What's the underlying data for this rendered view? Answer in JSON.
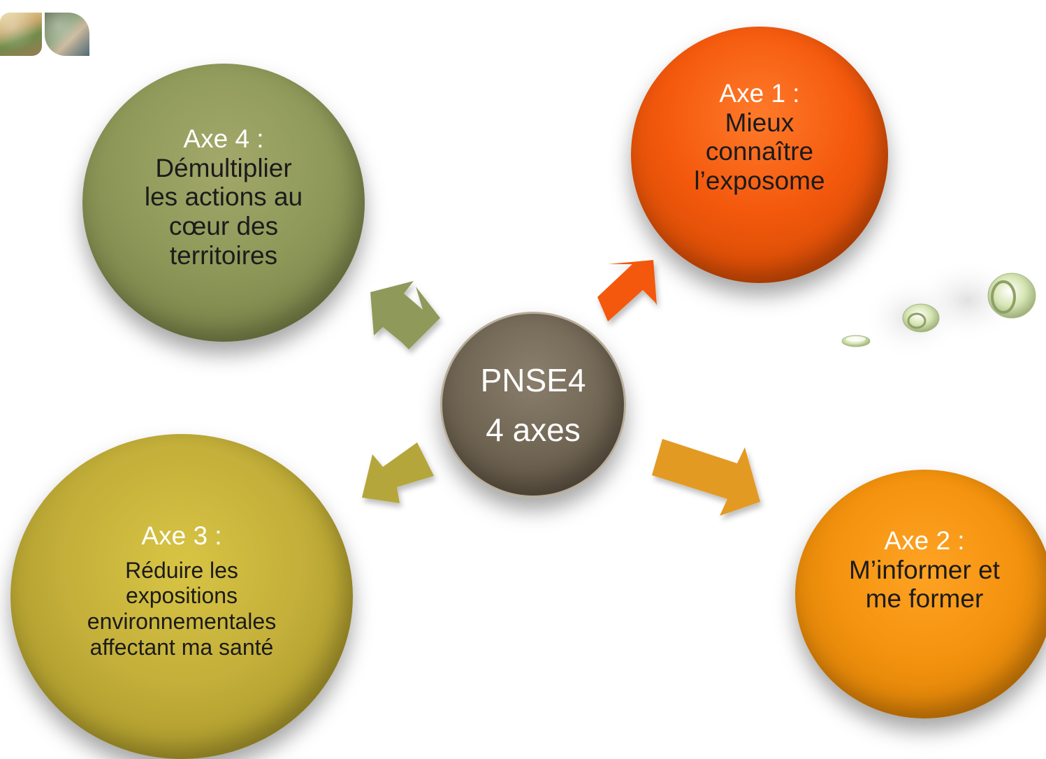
{
  "center": {
    "line1": "PNSE4",
    "line2": "4 axes"
  },
  "axes": [
    {
      "id": "axe1",
      "label": "Axe 1",
      "colon": " :",
      "text": "Mieux\nconnaître\nl’exposome",
      "color": "#f4590d"
    },
    {
      "id": "axe2",
      "label": "Axe 2",
      "colon": " :",
      "text": "M’informer et\nme former",
      "color": "#f4930f"
    },
    {
      "id": "axe3",
      "label": "Axe 3",
      "colon": " :",
      "text": "Réduire les\nexpositions\nenvironnementales\naffectant ma santé",
      "color": "#c4b03a"
    },
    {
      "id": "axe4",
      "label": "Axe 4",
      "colon": " :",
      "text": "Démultiplier\nles actions au\ncœur des\nterritoires",
      "color": "#8f9a5a"
    }
  ],
  "center_color": "#716654"
}
